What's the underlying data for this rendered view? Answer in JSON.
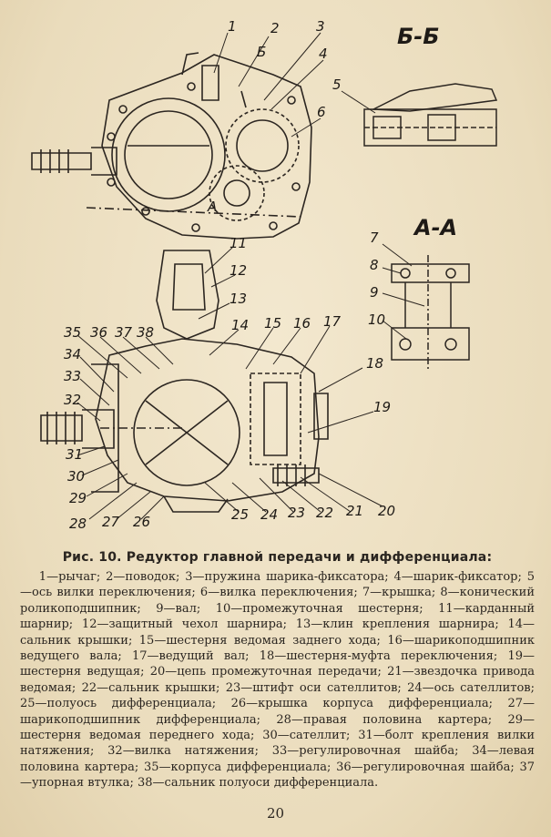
{
  "figure": {
    "section_bb": "Б-Б",
    "section_aa": "А-А",
    "mark_b": "Б",
    "mark_a": "А",
    "callouts": [
      "1",
      "2",
      "3",
      "4",
      "5",
      "6",
      "7",
      "8",
      "9",
      "10",
      "11",
      "12",
      "13",
      "14",
      "15",
      "16",
      "17",
      "18",
      "19",
      "20",
      "21",
      "22",
      "23",
      "24",
      "25",
      "26",
      "27",
      "28",
      "29",
      "30",
      "31",
      "32",
      "33",
      "34",
      "35",
      "36",
      "37",
      "38"
    ]
  },
  "caption": {
    "title": "Рис. 10. Редуктор главной передачи и дифференциала:",
    "legend": "1—рычаг; 2—поводок; 3—пружина шарика-фиксатора; 4—шарик-фиксатор; 5—ось вилки переключения; 6—вилка переключения; 7—крышка; 8—конический роликоподшипник; 9—вал; 10—промежуточная шестерня; 11—карданный шарнир; 12—защитный чехол шарнира; 13—клин крепления шарнира; 14—сальник крышки; 15—шестерня ведомая заднего хода; 16—шарикоподшипник ведущего вала; 17—ведущий вал; 18—шестерня-муфта переключения; 19—шестерня ведущая; 20—цепь промежуточная передачи; 21—звездочка привода ведомая; 22—сальник крышки; 23—штифт оси сателлитов; 24—ось сателлитов; 25—полуось дифференциала; 26—крышка корпуса дифференциала; 27—шарикоподшипник дифференциала; 28—правая половина картера; 29—шестерня ведомая переднего хода; 30—сателлит; 31—болт крепления вилки натяжения; 32—вилка натяжения; 33—регулировочная шайба; 34—левая половина картера; 35—корпуса дифференциала; 36—регулировочная шайба; 37—упорная втулка; 38—сальник полуоси дифференциала."
  },
  "page_number": "20"
}
